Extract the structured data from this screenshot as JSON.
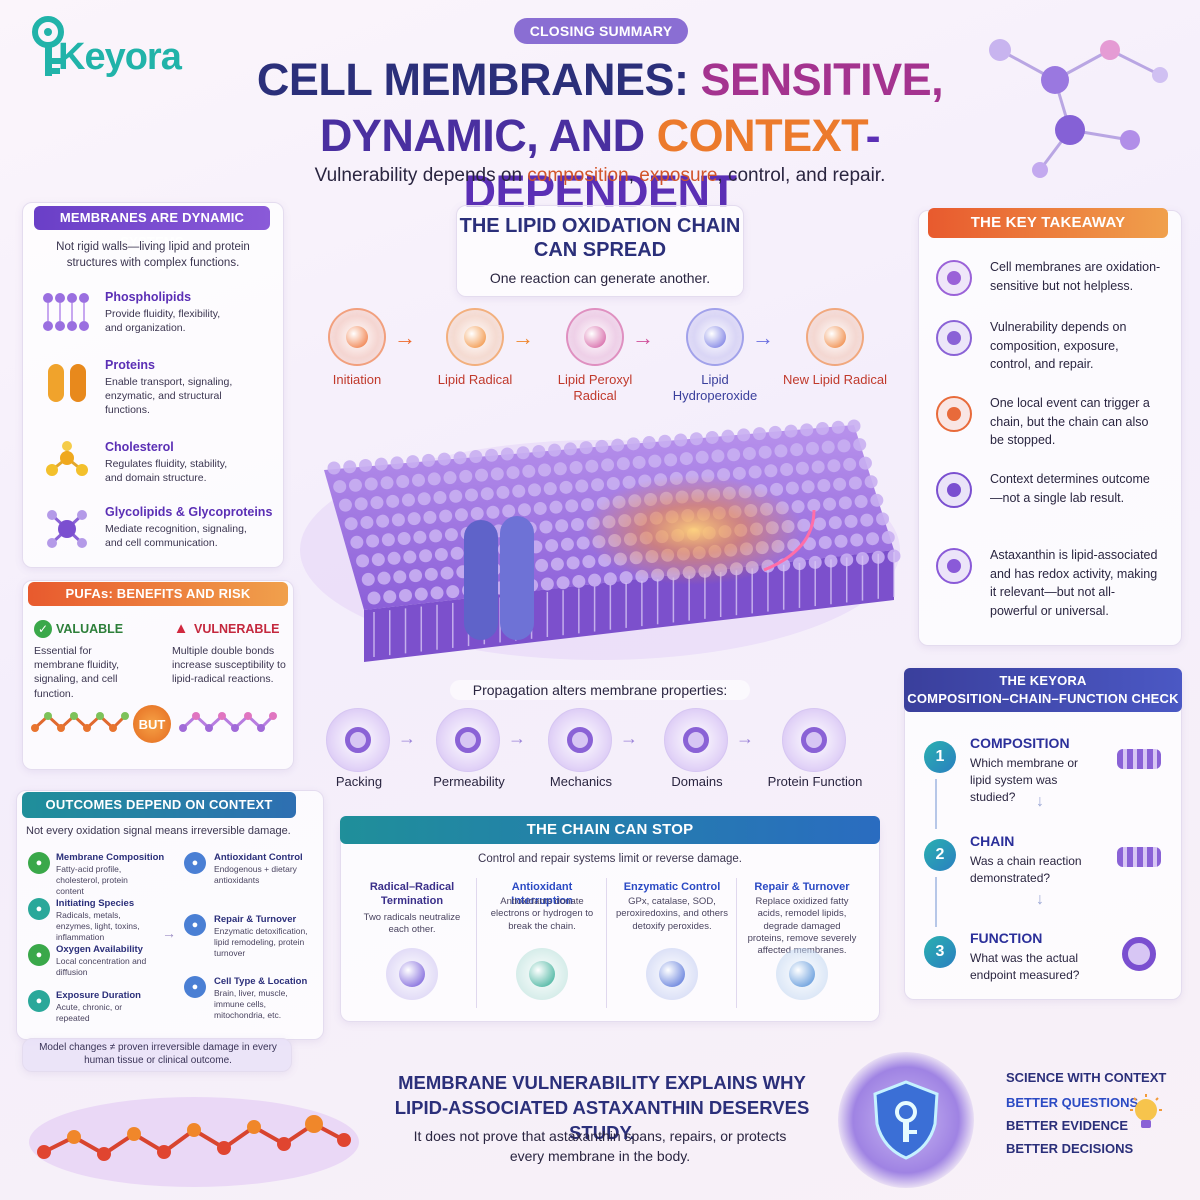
{
  "brand": {
    "name": "Keyora"
  },
  "header": {
    "badge": "CLOSING SUMMARY",
    "title_part1": "CELL MEMBRANES: ",
    "title_part2": "SENSITIVE,",
    "title_part3": "DYNAMIC, AND ",
    "title_part4": "CONTEXT",
    "title_part5": "-DEPENDENT",
    "subtitle_a": "Vulnerability depends on ",
    "subtitle_b": "composition",
    "subtitle_c": ", ",
    "subtitle_d": "exposure",
    "subtitle_e": ", control, and repair."
  },
  "dynamic": {
    "heading": "MEMBRANES ARE DYNAMIC SYSTEMS",
    "intro": "Not rigid walls—living lipid and protein structures with complex functions.",
    "items": [
      {
        "title": "Phospholipids",
        "text": "Provide fluidity, flexibility, and organization."
      },
      {
        "title": "Proteins",
        "text": "Enable transport, signaling, enzymatic, and structural functions."
      },
      {
        "title": "Cholesterol",
        "text": "Regulates fluidity, stability, and domain structure."
      },
      {
        "title": "Glycolipids & Glycoproteins",
        "text": "Mediate recognition, signaling, and cell communication."
      }
    ]
  },
  "pufa": {
    "heading": "PUFAs: BENEFITS AND RISK",
    "valuable_title": "VALUABLE",
    "valuable_text": "Essential for membrane fluidity, signaling, and cell function.",
    "vulnerable_title": "VULNERABLE",
    "vulnerable_text": "Multiple double bonds increase susceptibility to lipid-radical reactions.",
    "but": "BUT"
  },
  "context": {
    "heading": "OUTCOMES DEPEND ON CONTEXT",
    "intro": "Not every oxidation signal means irreversible damage.",
    "left": [
      {
        "title": "Membrane Composition",
        "text": "Fatty-acid profile, cholesterol, protein content"
      },
      {
        "title": "Initiating Species",
        "text": "Radicals, metals, enzymes, light, toxins, inflammation"
      },
      {
        "title": "Oxygen Availability",
        "text": "Local concentration and diffusion"
      },
      {
        "title": "Exposure Duration",
        "text": "Acute, chronic, or repeated"
      }
    ],
    "right": [
      {
        "title": "Antioxidant Control",
        "text": "Endogenous + dietary antioxidants"
      },
      {
        "title": "Repair & Turnover",
        "text": "Enzymatic detoxification, lipid remodeling, protein turnover"
      },
      {
        "title": "Cell Type & Location",
        "text": "Brain, liver, muscle, immune cells, mitochondria, etc."
      }
    ],
    "footnote": "Model changes ≠ proven irreversible damage in every human tissue or clinical outcome."
  },
  "chain": {
    "title_line1": "THE LIPID OXIDATION CHAIN",
    "title_line2": "CAN SPREAD",
    "subtitle": "One reaction can generate another.",
    "steps": [
      "Initiation",
      "Lipid Radical",
      "Lipid Peroxyl Radical",
      "Lipid Hydroperoxide",
      "New Lipid Radical"
    ],
    "propagation_label": "Propagation alters membrane properties:",
    "properties": [
      "Packing",
      "Permeability",
      "Mechanics",
      "Domains",
      "Protein Function"
    ]
  },
  "stop": {
    "heading": "THE CHAIN CAN STOP",
    "intro": "Control and repair systems limit or reverse damage.",
    "cols": [
      {
        "title": "Radical–Radical Termination",
        "text": "Two radicals neutralize each other."
      },
      {
        "title": "Antioxidant Interruption",
        "text": "Antioxidants donate electrons or hydrogen to break the chain."
      },
      {
        "title": "Enzymatic Control",
        "text": "GPx, catalase, SOD, peroxiredoxins, and others detoxify peroxides."
      },
      {
        "title": "Repair & Turnover",
        "text": "Replace oxidized fatty acids, remodel lipids, degrade damaged proteins, remove severely affected membranes."
      }
    ]
  },
  "takeaway": {
    "heading": "THE KEY TAKEAWAY",
    "items": [
      "Cell membranes are oxidation-sensitive but not helpless.",
      "Vulnerability depends on composition, exposure, control, and repair.",
      "One local event can trigger a chain, but the chain can also be stopped.",
      "Context determines outcome—not a single lab result.",
      "Astaxanthin is lipid-associated and has redox activity, making it relevant—but not all-powerful or universal."
    ]
  },
  "check": {
    "heading_line1": "THE KEYORA",
    "heading_line2": "COMPOSITION–CHAIN–FUNCTION CHECK",
    "steps": [
      {
        "num": "1",
        "title": "COMPOSITION",
        "text": "Which membrane or lipid system was studied?"
      },
      {
        "num": "2",
        "title": "CHAIN",
        "text": "Was a chain reaction demonstrated?"
      },
      {
        "num": "3",
        "title": "FUNCTION",
        "text": "What was the actual endpoint measured?"
      }
    ]
  },
  "bottom": {
    "title_line1": "MEMBRANE VULNERABILITY EXPLAINS WHY",
    "title_line2": "LIPID-ASSOCIATED ASTAXANTHIN DESERVES STUDY.",
    "text": "It does not prove that astaxanthin spans, repairs, or protects every membrane in the body.",
    "science": "SCIENCE WITH CONTEXT",
    "lines": [
      "BETTER QUESTIONS",
      "BETTER EVIDENCE",
      "BETTER DECISIONS"
    ]
  },
  "colors": {
    "purple": "#6a3fc7",
    "orange": "#ee7a2c",
    "teal": "#1f9aa0",
    "navy": "#2b2f7a",
    "magenta": "#b5338f"
  }
}
